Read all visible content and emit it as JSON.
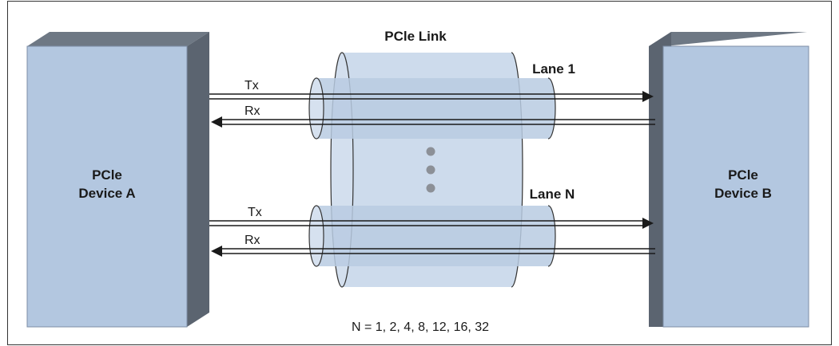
{
  "link": {
    "title": "PCle Link"
  },
  "device_a": {
    "line1": "PCle",
    "line2": "Device A"
  },
  "device_b": {
    "line1": "PCle",
    "line2": "Device B"
  },
  "lanes": [
    {
      "label": "Lane 1",
      "tx": "Tx",
      "rx": "Rx"
    },
    {
      "label": "Lane N",
      "tx": "Tx",
      "rx": "Rx"
    }
  ],
  "footnote": "N = 1, 2, 4, 8, 12, 16, 32",
  "colors": {
    "device_face": "#b3c7e0",
    "device_side": "#5b6470",
    "device_top": "#6e7884",
    "link_fill": "#c8d7ea",
    "lane_fill": "#c3d2e6",
    "dots": "#8c9097"
  }
}
